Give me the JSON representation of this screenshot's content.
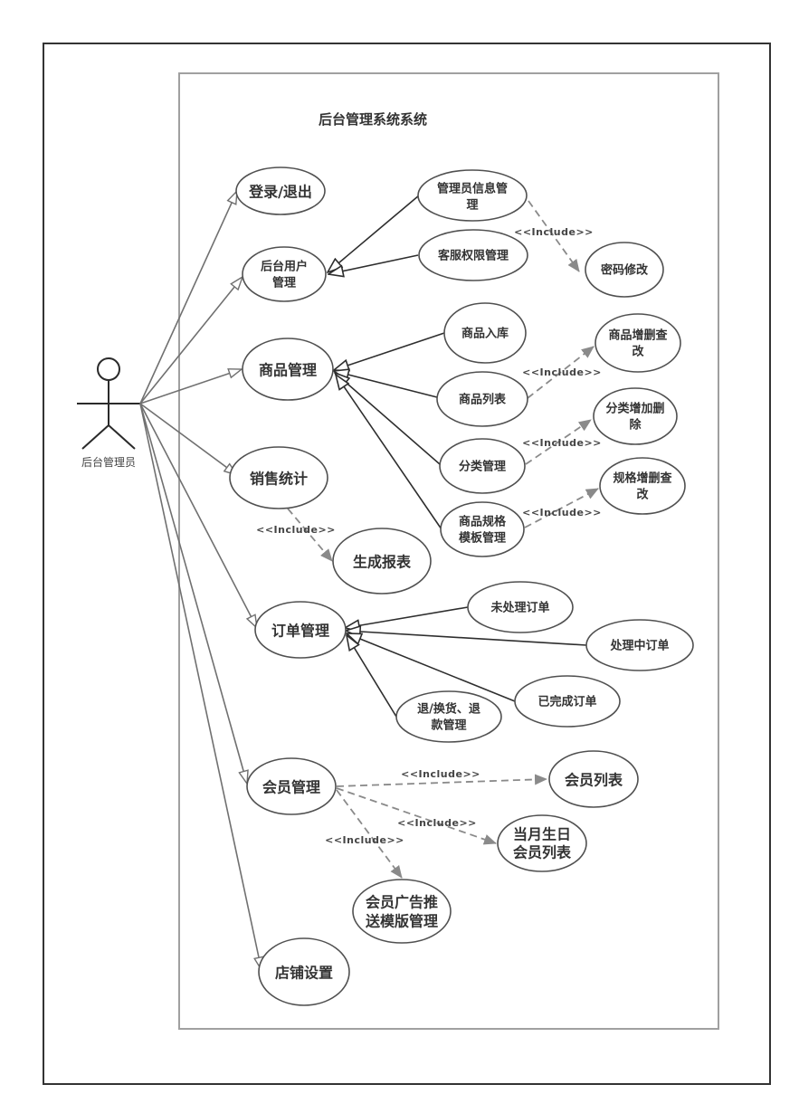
{
  "diagram": {
    "type": "uml-use-case",
    "system": {
      "title": "后台管理系统系统"
    },
    "actor": {
      "label": "后台管理员"
    },
    "colors": {
      "outer_border": "#333333",
      "system_border": "#a0a0a0",
      "usecase_stroke": "#505050",
      "association": "#707070",
      "generalization": "#2e2e2e",
      "include": "#8a8a8a",
      "text": "#333333"
    },
    "stereotype": "<<Include>>",
    "use_cases": {
      "login": {
        "lines": [
          "登录/退出"
        ]
      },
      "user_mgmt": {
        "lines": [
          "后台用户",
          "管理"
        ]
      },
      "admin_info": {
        "lines": [
          "管理员信息管",
          "理"
        ]
      },
      "cs_perm": {
        "lines": [
          "客服权限管理"
        ]
      },
      "pwd_change": {
        "lines": [
          "密码修改"
        ]
      },
      "product_mgmt": {
        "lines": [
          "商品管理"
        ]
      },
      "stock_in": {
        "lines": [
          "商品入库"
        ]
      },
      "product_list": {
        "lines": [
          "商品列表"
        ]
      },
      "category_mgmt": {
        "lines": [
          "分类管理"
        ]
      },
      "spec_tpl": {
        "lines": [
          "商品规格",
          "模板管理"
        ]
      },
      "product_crud": {
        "lines": [
          "商品增删查",
          "改"
        ]
      },
      "category_crud": {
        "lines": [
          "分类增加删",
          "除"
        ]
      },
      "spec_crud": {
        "lines": [
          "规格增删查",
          "改"
        ]
      },
      "sales_stats": {
        "lines": [
          "销售统计"
        ]
      },
      "gen_report": {
        "lines": [
          "生成报表"
        ]
      },
      "order_mgmt": {
        "lines": [
          "订单管理"
        ]
      },
      "order_unprocessed": {
        "lines": [
          "未处理订单"
        ]
      },
      "order_processing": {
        "lines": [
          "处理中订单"
        ]
      },
      "order_done": {
        "lines": [
          "已完成订单"
        ]
      },
      "returns": {
        "lines": [
          "退/换货、退",
          "款管理"
        ]
      },
      "member_mgmt": {
        "lines": [
          "会员管理"
        ]
      },
      "member_list": {
        "lines": [
          "会员列表"
        ]
      },
      "birthday_list": {
        "lines": [
          "当月生日",
          "会员列表"
        ]
      },
      "ad_tpl": {
        "lines": [
          "会员广告推",
          "送模版管理"
        ]
      },
      "store_settings": {
        "lines": [
          "店铺设置"
        ]
      }
    },
    "relations": {
      "actor_associations": [
        "login",
        "user_mgmt",
        "product_mgmt",
        "sales_stats",
        "order_mgmt",
        "member_mgmt",
        "store_settings"
      ],
      "generalizations": [
        {
          "child": "admin_info",
          "parent": "user_mgmt"
        },
        {
          "child": "cs_perm",
          "parent": "user_mgmt"
        },
        {
          "child": "stock_in",
          "parent": "product_mgmt"
        },
        {
          "child": "product_list",
          "parent": "product_mgmt"
        },
        {
          "child": "category_mgmt",
          "parent": "product_mgmt"
        },
        {
          "child": "spec_tpl",
          "parent": "product_mgmt"
        },
        {
          "child": "order_unprocessed",
          "parent": "order_mgmt"
        },
        {
          "child": "order_processing",
          "parent": "order_mgmt"
        },
        {
          "child": "order_done",
          "parent": "order_mgmt"
        },
        {
          "child": "returns",
          "parent": "order_mgmt"
        }
      ],
      "includes": [
        {
          "from": "admin_info",
          "to": "pwd_change",
          "label": "<<Include>>"
        },
        {
          "from": "product_list",
          "to": "product_crud",
          "label": "<<Include>>"
        },
        {
          "from": "category_mgmt",
          "to": "category_crud",
          "label": "<<Include>>"
        },
        {
          "from": "spec_tpl",
          "to": "spec_crud",
          "label": "<<Include>>"
        },
        {
          "from": "sales_stats",
          "to": "gen_report",
          "label": "<<Include>>"
        },
        {
          "from": "member_mgmt",
          "to": "member_list",
          "label": "<<Include>>"
        },
        {
          "from": "member_mgmt",
          "to": "birthday_list",
          "label": "<<Include>>"
        },
        {
          "from": "member_mgmt",
          "to": "ad_tpl",
          "label": "<<Include>>"
        }
      ]
    }
  }
}
